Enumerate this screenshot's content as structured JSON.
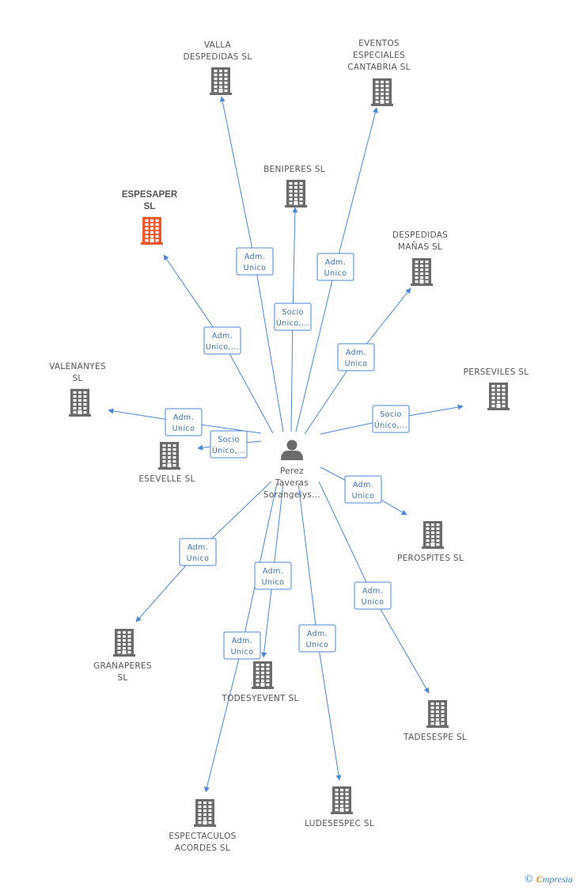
{
  "colors": {
    "edge": "#4a86d6",
    "company": "#6b6b6b",
    "highlight": "#ee5a2d",
    "person": "#6b6b6b",
    "text": "#555555"
  },
  "center": {
    "name_lines": [
      "Perez",
      "Taveras",
      "Sorangelys..."
    ],
    "icon": "person-icon"
  },
  "companies": [
    {
      "id": "valla",
      "lines": [
        "VALLA",
        "DESPEDIDAS SL"
      ],
      "highlight": false
    },
    {
      "id": "eventos",
      "lines": [
        "EVENTOS",
        "ESPECIALES",
        "CANTABRIA SL"
      ],
      "highlight": false
    },
    {
      "id": "beniperes",
      "lines": [
        "BENIPERES SL"
      ],
      "highlight": false
    },
    {
      "id": "espesaper",
      "lines": [
        "ESPESAPER",
        "SL"
      ],
      "highlight": true
    },
    {
      "id": "despedidas",
      "lines": [
        "DESPEDIDAS",
        "MAÑAS SL"
      ],
      "highlight": false
    },
    {
      "id": "valenanyes",
      "lines": [
        "VALENANYES",
        "SL"
      ],
      "highlight": false
    },
    {
      "id": "perseviles",
      "lines": [
        "PERSEVILES SL"
      ],
      "highlight": false
    },
    {
      "id": "esevelle",
      "lines": [
        "ESEVELLE SL"
      ],
      "highlight": false
    },
    {
      "id": "perospites",
      "lines": [
        "PEROSPITES SL"
      ],
      "highlight": false
    },
    {
      "id": "granaperes",
      "lines": [
        "GRANAPERES",
        "SL"
      ],
      "highlight": false
    },
    {
      "id": "todesyevent",
      "lines": [
        "TODESYEVENT SL"
      ],
      "highlight": false
    },
    {
      "id": "tadesespe",
      "lines": [
        "TADESESPE SL"
      ],
      "highlight": false
    },
    {
      "id": "espectaculos",
      "lines": [
        "ESPECTACULOS",
        "ACORDES SL"
      ],
      "highlight": false
    },
    {
      "id": "ludesespec",
      "lines": [
        "LUDESESPEC SL"
      ],
      "highlight": false
    }
  ],
  "relations": [
    {
      "to": "valla",
      "lines": [
        "Adm.",
        "Unico"
      ]
    },
    {
      "to": "eventos",
      "lines": [
        "Adm.",
        "Unico"
      ]
    },
    {
      "to": "beniperes",
      "lines": [
        "Socio",
        "Único,..."
      ]
    },
    {
      "to": "espesaper",
      "lines": [
        "Adm.",
        "Unico,..."
      ]
    },
    {
      "to": "despedidas",
      "lines": [
        "Adm.",
        "Unico"
      ]
    },
    {
      "to": "valenanyes",
      "lines": [
        "Adm.",
        "Unico"
      ]
    },
    {
      "to": "perseviles",
      "lines": [
        "Socio",
        "Único,..."
      ]
    },
    {
      "to": "esevelle",
      "lines": [
        "Socio",
        "Único,..."
      ]
    },
    {
      "to": "perospites",
      "lines": [
        "Adm.",
        "Unico"
      ]
    },
    {
      "to": "granaperes",
      "lines": [
        "Adm.",
        "Unico"
      ]
    },
    {
      "to": "todesyevent",
      "lines": [
        "Adm.",
        "Unico"
      ]
    },
    {
      "to": "tadesespe",
      "lines": [
        "Adm.",
        "Unico"
      ]
    },
    {
      "to": "espectaculos",
      "lines": [
        "Adm.",
        "Unico"
      ]
    },
    {
      "to": "ludesespec",
      "lines": [
        "Adm.",
        "Unico"
      ]
    }
  ],
  "footer": {
    "copyright_symbol": "©",
    "brand_first": "C",
    "brand_rest": "mpresia"
  }
}
